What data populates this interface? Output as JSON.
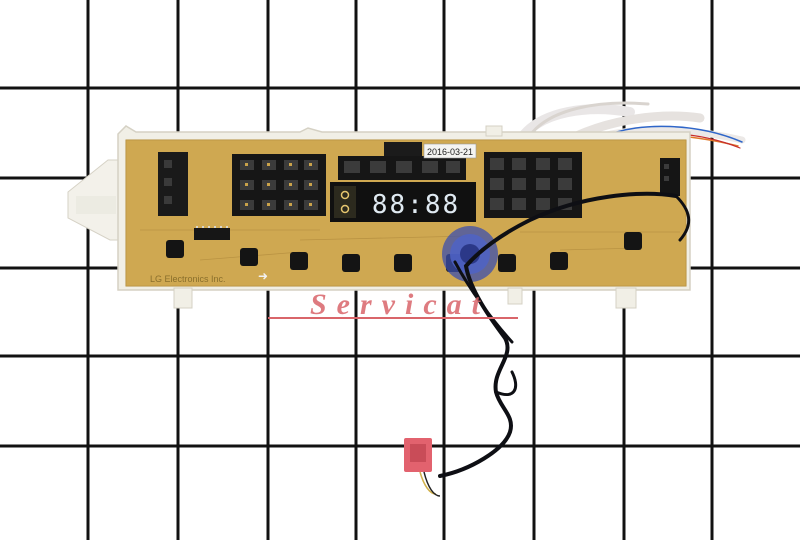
{
  "photo": {
    "subject": "washer control board",
    "date_sticker": "2016-03-21",
    "display_digits": "88:88",
    "silkscreen_brand": "LG Electronics Inc.",
    "watermark": "Servicat",
    "colors": {
      "background": "#ffffff",
      "grid_lines": "#111111",
      "pcb": "#c9a24a",
      "frame": "#f1efe6",
      "connector": "#1a1a1a",
      "display_glass": "#101010",
      "segment": "#dfe9f1",
      "watermark": "#d9656a",
      "cable": "#0e0f14",
      "plug": "#e2626e"
    }
  }
}
